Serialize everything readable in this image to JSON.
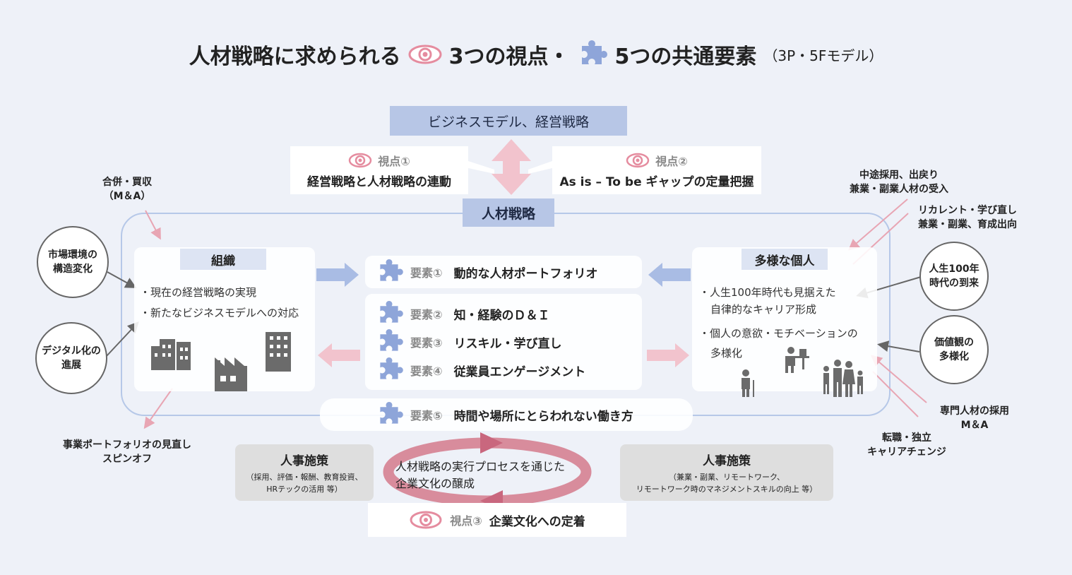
{
  "title": {
    "part1": "人材戦略に求められる",
    "part2": "3つの視点・",
    "part3": "5つの共通要素",
    "sub": "（3P・5Fモデル）"
  },
  "top_box": "ビジネスモデル、経営戦略",
  "viewpoints": {
    "v1_label": "視点①",
    "v1_text": "経営戦略と人材戦略の連動",
    "v2_label": "視点②",
    "v2_text": "As is – To be ギャップの定量把握",
    "v3_label": "視点③",
    "v3_text": "企業文化への定着"
  },
  "hr_strategy": "人材戦略",
  "org": {
    "label": "組織",
    "bullets": [
      "・現在の経営戦略の実現",
      "・新たなビジネスモデルへの対応"
    ]
  },
  "individual": {
    "label": "多様な個人",
    "b1_line1": "・人生100年時代も見据えた",
    "b1_line2": "自律的なキャリア形成",
    "b2_line1": "・個人の意欲・モチベーションの",
    "b2_line2": "多様化"
  },
  "elements": [
    {
      "num": "要素①",
      "text": "動的な人材ポートフォリオ"
    },
    {
      "num": "要素②",
      "text": "知・経験のＤ＆Ｉ"
    },
    {
      "num": "要素③",
      "text": "リスキル・学び直し"
    },
    {
      "num": "要素④",
      "text": "従業員エンゲージメント"
    },
    {
      "num": "要素⑤",
      "text": "時間や場所にとらわれない働き方"
    }
  ],
  "left_notes": {
    "merger_line1": "合併・買収",
    "merger_line2": "（M＆A）",
    "market_line1": "市場環境の",
    "market_line2": "構造変化",
    "digital_line1": "デジタル化の",
    "digital_line2": "進展",
    "portfolio_line1": "事業ポートフォリオの見直し",
    "portfolio_line2": "スピンオフ"
  },
  "right_notes": {
    "midcareer_line1": "中途採用、出戻り",
    "midcareer_line2": "兼業・副業人材の受入",
    "recurrent_line1": "リカレント・学び直し",
    "recurrent_line2": "兼業・副業、育成出向",
    "life_line1": "人生100年",
    "life_line2": "時代の到来",
    "values_line1": "価値観の",
    "values_line2": "多様化",
    "specialist_line1": "専門人材の採用",
    "specialist_line2": "M＆A",
    "career_line1": "転職・独立",
    "career_line2": "キャリアチェンジ"
  },
  "hr_left": {
    "heading": "人事施策",
    "line1": "（採用、評価・報酬、教育投資、",
    "line2": "HRテックの活用 等）"
  },
  "hr_right": {
    "heading": "人事施策",
    "line1": "（兼業・副業、リモートワーク、",
    "line2": "リモートワーク時のマネジメントスキルの向上 等）"
  },
  "cycle": {
    "line1": "人材戦略の実行プロセスを通じた",
    "line2": "企業文化の醸成"
  },
  "colors": {
    "background": "#eef1f8",
    "navy_box": "#b7c6e6",
    "pink": "#e8a5b3",
    "pink_dark": "#c9677e",
    "puzzle": "#8ea5d9",
    "grey_box": "#dedede"
  }
}
